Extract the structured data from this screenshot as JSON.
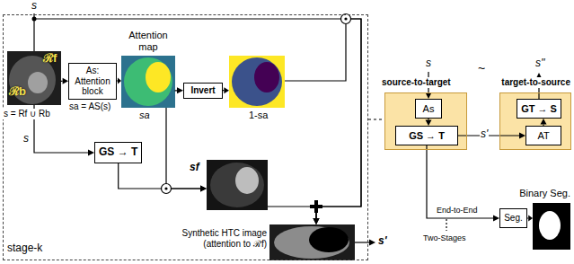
{
  "diagram": {
    "nodes": [
      {
        "text": [
          "stage-k"
        ]
      },
      {
        "text": [
          "ℛf",
          "ℛb",
          "s = Rf ∪ Rb"
        ],
        "in": 0
      },
      {
        "text": [
          "As: Attention block"
        ],
        "in": 0
      },
      {
        "text": [
          "Attention map",
          "sa"
        ],
        "in": 0
      },
      {
        "text": [
          "Invert"
        ],
        "in": 0
      },
      {
        "text": [
          "1-sa"
        ],
        "in": 0
      },
      {
        "text": [
          "GS → T"
        ],
        "in": 0
      },
      {
        "text": [
          "sf"
        ],
        "in": 0
      },
      {
        "text": [
          "Synthetic HTC image (attention to ℛf)"
        ],
        "in": 0
      },
      {
        "text": [
          "source-to-target"
        ]
      },
      {
        "text": [
          "As"
        ],
        "in": 9
      },
      {
        "text": [
          "GS → T"
        ],
        "in": 9
      },
      {
        "text": [
          "target-to-source"
        ]
      },
      {
        "text": [
          "GT → S"
        ],
        "in": 12
      },
      {
        "text": [
          "AT"
        ],
        "in": 12
      },
      {
        "text": [
          "Seg."
        ]
      },
      {
        "text": [
          "Binary Seg."
        ]
      }
    ],
    "edges": [
      {
        "from": 1,
        "to": 2,
        "arrow": "to"
      },
      {
        "from": 2,
        "to": 3,
        "arrow": "to"
      },
      {
        "from": 3,
        "to": 4,
        "arrow": "to"
      },
      {
        "from": 4,
        "to": 5,
        "arrow": "to"
      },
      {
        "from": 1,
        "to": 6,
        "arrow": "to",
        "label": "s"
      },
      {
        "from": 6,
        "to": 7,
        "arrow": "to"
      },
      {
        "from": 3,
        "to": 7,
        "arrow": "to"
      },
      {
        "from": 1,
        "to": 8,
        "arrow": "to",
        "label": "s"
      },
      {
        "from": 5,
        "to": 8,
        "arrow": "to"
      },
      {
        "from": 7,
        "to": 8,
        "arrow": "to"
      },
      {
        "from": 0,
        "to": 9,
        "arrow": "none"
      },
      {
        "from": 10,
        "to": 11,
        "arrow": "to"
      },
      {
        "from": 11,
        "to": 14,
        "arrow": "to",
        "label": "s'"
      },
      {
        "from": 14,
        "to": 13,
        "arrow": "to"
      },
      {
        "from": 11,
        "to": 15,
        "arrow": "to",
        "label": "End-to-End"
      },
      {
        "from": 15,
        "to": 16,
        "arrow": "to"
      }
    ],
    "labels": [
      "sa = AS(s)",
      "s'",
      "s",
      "~",
      "s''",
      "Two-Stages"
    ]
  }
}
